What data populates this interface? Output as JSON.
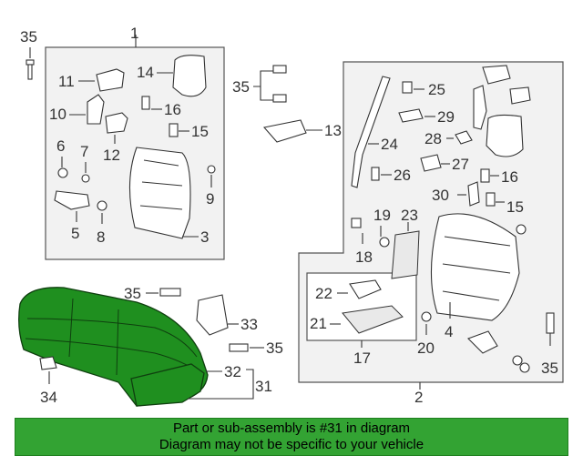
{
  "callouts": {
    "c1": "1",
    "c2": "2",
    "c3": "3",
    "c4": "4",
    "c5": "5",
    "c6": "6",
    "c7": "7",
    "c8": "8",
    "c9": "9",
    "c10": "10",
    "c11": "11",
    "c12": "12",
    "c13": "13",
    "c14": "14",
    "c15": "15",
    "c16": "16",
    "c17": "17",
    "c18": "18",
    "c19": "19",
    "c20": "20",
    "c21": "21",
    "c22": "22",
    "c23": "23",
    "c24": "24",
    "c25": "25",
    "c26": "26",
    "c27": "27",
    "c28": "28",
    "c29": "29",
    "c30": "30",
    "c31": "31",
    "c32": "32",
    "c33": "33",
    "c34": "34",
    "c35": "35"
  },
  "highlight_color": "#1f8f1f",
  "banner": {
    "line1": "Part or sub-assembly is #31 in diagram",
    "line2": "Diagram may not be specific to your vehicle",
    "background": "#33a333"
  }
}
